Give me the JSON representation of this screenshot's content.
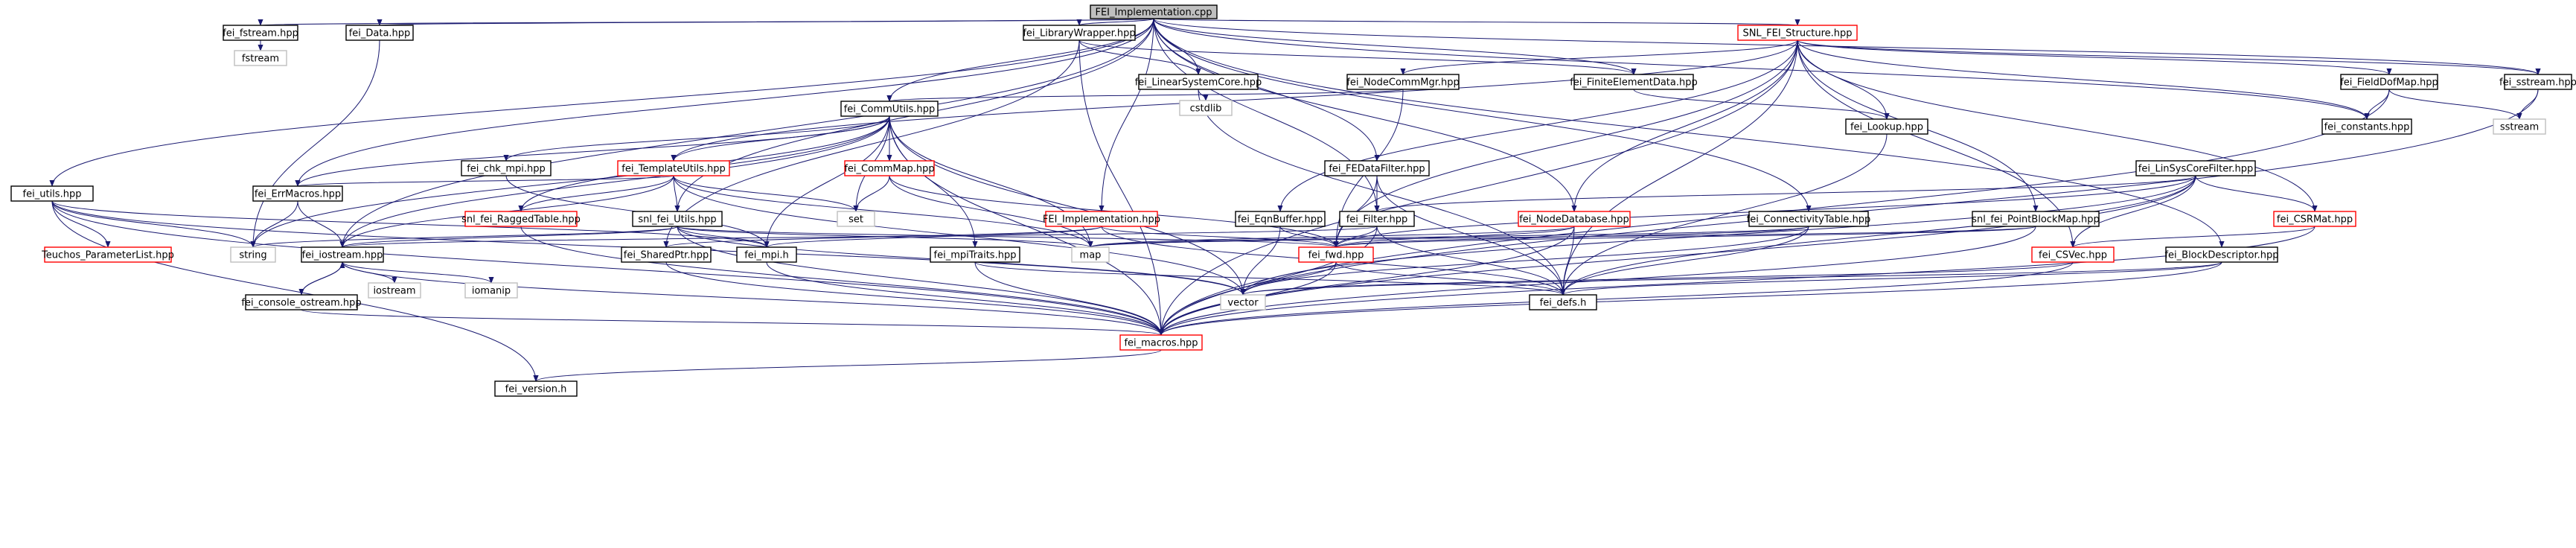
{
  "colors": {
    "edge": "#191970",
    "box_default": "#000000",
    "box_highlight": "#ff0000",
    "box_external": "#bfbfbf",
    "fill_root": "#bfbfbf",
    "fill_default": "#ffffff"
  },
  "nodes": [
    {
      "id": "root",
      "label": "FEI_Implementation.cpp",
      "kind": "root"
    },
    {
      "id": "fei_fstream",
      "label": "fei_fstream.hpp",
      "kind": "normal"
    },
    {
      "id": "fei_Data",
      "label": "fei_Data.hpp",
      "kind": "normal"
    },
    {
      "id": "fei_LibraryWrapper",
      "label": "fei_LibraryWrapper.hpp",
      "kind": "normal"
    },
    {
      "id": "SNL_FEI_Structure",
      "label": "SNL_FEI_Structure.hpp",
      "kind": "highlight"
    },
    {
      "id": "fstream",
      "label": "fstream",
      "kind": "external"
    },
    {
      "id": "fei_LinearSystemCore",
      "label": "fei_LinearSystemCore.hpp",
      "kind": "normal"
    },
    {
      "id": "fei_NodeCommMgr",
      "label": "fei_NodeCommMgr.hpp",
      "kind": "normal"
    },
    {
      "id": "fei_FiniteElementData",
      "label": "fei_FiniteElementData.hpp",
      "kind": "normal"
    },
    {
      "id": "fei_FieldDofMap",
      "label": "fei_FieldDofMap.hpp",
      "kind": "normal"
    },
    {
      "id": "fei_sstream",
      "label": "fei_sstream.hpp",
      "kind": "normal"
    },
    {
      "id": "cstdlib",
      "label": "cstdlib",
      "kind": "external"
    },
    {
      "id": "fei_CommUtils",
      "label": "fei_CommUtils.hpp",
      "kind": "normal"
    },
    {
      "id": "fei_Lookup",
      "label": "fei_Lookup.hpp",
      "kind": "normal"
    },
    {
      "id": "fei_constants",
      "label": "fei_constants.hpp",
      "kind": "normal"
    },
    {
      "id": "sstream",
      "label": "sstream",
      "kind": "external"
    },
    {
      "id": "fei_chk_mpi",
      "label": "fei_chk_mpi.hpp",
      "kind": "normal"
    },
    {
      "id": "fei_TemplateUtils",
      "label": "fei_TemplateUtils.hpp",
      "kind": "highlight"
    },
    {
      "id": "fei_CommMap",
      "label": "fei_CommMap.hpp",
      "kind": "highlight"
    },
    {
      "id": "fei_FEDataFilter",
      "label": "fei_FEDataFilter.hpp",
      "kind": "normal"
    },
    {
      "id": "fei_LinSysCoreFilter",
      "label": "fei_LinSysCoreFilter.hpp",
      "kind": "normal"
    },
    {
      "id": "fei_utils",
      "label": "fei_utils.hpp",
      "kind": "normal"
    },
    {
      "id": "fei_ErrMacros",
      "label": "fei_ErrMacros.hpp",
      "kind": "normal"
    },
    {
      "id": "snl_fei_RaggedTable",
      "label": "snl_fei_RaggedTable.hpp",
      "kind": "highlight"
    },
    {
      "id": "snl_fei_Utils",
      "label": "snl_fei_Utils.hpp",
      "kind": "normal"
    },
    {
      "id": "set",
      "label": "set",
      "kind": "external"
    },
    {
      "id": "FEI_Implementation_hpp",
      "label": "FEI_Implementation.hpp",
      "kind": "highlight"
    },
    {
      "id": "fei_EqnBuffer",
      "label": "fei_EqnBuffer.hpp",
      "kind": "normal"
    },
    {
      "id": "fei_Filter",
      "label": "fei_Filter.hpp",
      "kind": "normal"
    },
    {
      "id": "fei_NodeDatabase",
      "label": "fei_NodeDatabase.hpp",
      "kind": "highlight"
    },
    {
      "id": "fei_ConnectivityTable",
      "label": "fei_ConnectivityTable.hpp",
      "kind": "normal"
    },
    {
      "id": "snl_fei_PointBlockMap",
      "label": "snl_fei_PointBlockMap.hpp",
      "kind": "normal"
    },
    {
      "id": "fei_CSRMat",
      "label": "fei_CSRMat.hpp",
      "kind": "highlight"
    },
    {
      "id": "Teuchos_ParameterList",
      "label": "Teuchos_ParameterList.hpp",
      "kind": "highlight"
    },
    {
      "id": "string",
      "label": "string",
      "kind": "external"
    },
    {
      "id": "fei_iostream",
      "label": "fei_iostream.hpp",
      "kind": "normal"
    },
    {
      "id": "fei_SharedPtr",
      "label": "fei_SharedPtr.hpp",
      "kind": "normal"
    },
    {
      "id": "fei_mpi",
      "label": "fei_mpi.h",
      "kind": "normal"
    },
    {
      "id": "fei_mpiTraits",
      "label": "fei_mpiTraits.hpp",
      "kind": "normal"
    },
    {
      "id": "map",
      "label": "map",
      "kind": "external"
    },
    {
      "id": "fei_fwd",
      "label": "fei_fwd.hpp",
      "kind": "highlight"
    },
    {
      "id": "fei_CSVec",
      "label": "fei_CSVec.hpp",
      "kind": "highlight"
    },
    {
      "id": "fei_BlockDescriptor",
      "label": "fei_BlockDescriptor.hpp",
      "kind": "normal"
    },
    {
      "id": "iostream",
      "label": "iostream",
      "kind": "external"
    },
    {
      "id": "iomanip",
      "label": "iomanip",
      "kind": "external"
    },
    {
      "id": "fei_console_ostream",
      "label": "fei_console_ostream.hpp",
      "kind": "normal"
    },
    {
      "id": "vector",
      "label": "vector",
      "kind": "external"
    },
    {
      "id": "fei_defs",
      "label": "fei_defs.h",
      "kind": "normal"
    },
    {
      "id": "fei_macros",
      "label": "fei_macros.hpp",
      "kind": "highlight"
    },
    {
      "id": "fei_version",
      "label": "fei_version.h",
      "kind": "normal"
    }
  ],
  "edges": [
    [
      "root",
      "fei_fstream"
    ],
    [
      "root",
      "fei_Data"
    ],
    [
      "root",
      "fei_LibraryWrapper"
    ],
    [
      "root",
      "SNL_FEI_Structure"
    ],
    [
      "root",
      "fei_LinearSystemCore"
    ],
    [
      "root",
      "fei_FiniteElementData"
    ],
    [
      "root",
      "fei_sstream"
    ],
    [
      "root",
      "fei_CommUtils"
    ],
    [
      "root",
      "fei_utils"
    ],
    [
      "root",
      "fei_ErrMacros"
    ],
    [
      "root",
      "fei_iostream"
    ],
    [
      "root",
      "snl_fei_Utils"
    ],
    [
      "root",
      "FEI_Implementation_hpp"
    ],
    [
      "root",
      "fei_FEDataFilter"
    ],
    [
      "root",
      "fei_Filter"
    ],
    [
      "root",
      "fei_NodeDatabase"
    ],
    [
      "root",
      "fei_ConnectivityTable"
    ],
    [
      "root",
      "fei_BlockDescriptor"
    ],
    [
      "root",
      "fei_constants"
    ],
    [
      "fei_fstream",
      "fstream"
    ],
    [
      "fei_Data",
      "string"
    ],
    [
      "fei_LibraryWrapper",
      "fei_LinearSystemCore"
    ],
    [
      "fei_LibraryWrapper",
      "fei_FiniteElementData"
    ],
    [
      "fei_LibraryWrapper",
      "fei_SharedPtr"
    ],
    [
      "fei_LibraryWrapper",
      "fei_macros"
    ],
    [
      "SNL_FEI_Structure",
      "fei_NodeCommMgr"
    ],
    [
      "SNL_FEI_Structure",
      "fei_FieldDofMap"
    ],
    [
      "SNL_FEI_Structure",
      "fei_sstream"
    ],
    [
      "SNL_FEI_Structure",
      "fei_TemplateUtils"
    ],
    [
      "SNL_FEI_Structure",
      "fei_Lookup"
    ],
    [
      "SNL_FEI_Structure",
      "fei_constants"
    ],
    [
      "SNL_FEI_Structure",
      "fei_EqnBuffer"
    ],
    [
      "SNL_FEI_Structure",
      "fei_NodeDatabase"
    ],
    [
      "SNL_FEI_Structure",
      "snl_fei_PointBlockMap"
    ],
    [
      "SNL_FEI_Structure",
      "fei_CSRMat"
    ],
    [
      "SNL_FEI_Structure",
      "fei_CSVec"
    ],
    [
      "SNL_FEI_Structure",
      "fei_fwd"
    ],
    [
      "SNL_FEI_Structure",
      "fei_defs"
    ],
    [
      "SNL_FEI_Structure",
      "fei_macros"
    ],
    [
      "fei_LinearSystemCore",
      "cstdlib"
    ],
    [
      "fei_LinearSystemCore",
      "fei_defs"
    ],
    [
      "fei_NodeCommMgr",
      "fei_CommUtils"
    ],
    [
      "fei_NodeCommMgr",
      "fei_fwd"
    ],
    [
      "fei_FiniteElementData",
      "fei_Lookup"
    ],
    [
      "fei_FieldDofMap",
      "fei_constants"
    ],
    [
      "fei_FieldDofMap",
      "sstream"
    ],
    [
      "fei_FieldDofMap",
      "fei_macros"
    ],
    [
      "fei_sstream",
      "sstream"
    ],
    [
      "fei_sstream",
      "fei_macros"
    ],
    [
      "fei_Lookup",
      "fei_defs"
    ],
    [
      "fei_CommUtils",
      "fei_chk_mpi"
    ],
    [
      "fei_CommUtils",
      "fei_TemplateUtils"
    ],
    [
      "fei_CommUtils",
      "fei_CommMap"
    ],
    [
      "fei_CommUtils",
      "fei_ErrMacros"
    ],
    [
      "fei_CommUtils",
      "snl_fei_RaggedTable"
    ],
    [
      "fei_CommUtils",
      "set"
    ],
    [
      "fei_CommUtils",
      "fei_mpi"
    ],
    [
      "fei_CommUtils",
      "fei_mpiTraits"
    ],
    [
      "fei_CommUtils",
      "map"
    ],
    [
      "fei_CommUtils",
      "vector"
    ],
    [
      "fei_CommUtils",
      "string"
    ],
    [
      "fei_CommUtils",
      "fei_macros"
    ],
    [
      "fei_CommUtils",
      "fei_iostream"
    ],
    [
      "fei_chk_mpi",
      "fei_mpi"
    ],
    [
      "fei_TemplateUtils",
      "fei_ErrMacros"
    ],
    [
      "fei_TemplateUtils",
      "snl_fei_RaggedTable"
    ],
    [
      "fei_TemplateUtils",
      "set"
    ],
    [
      "fei_TemplateUtils",
      "snl_fei_Utils"
    ],
    [
      "fei_TemplateUtils",
      "map"
    ],
    [
      "fei_TemplateUtils",
      "vector"
    ],
    [
      "fei_TemplateUtils",
      "fei_iostream"
    ],
    [
      "fei_CommMap",
      "set"
    ],
    [
      "fei_CommMap",
      "map"
    ],
    [
      "fei_CommMap",
      "fei_fwd"
    ],
    [
      "fei_FEDataFilter",
      "fei_Filter"
    ],
    [
      "fei_FEDataFilter",
      "fei_fwd"
    ],
    [
      "fei_FEDataFilter",
      "fei_defs"
    ],
    [
      "fei_LinSysCoreFilter",
      "fei_Filter"
    ],
    [
      "fei_LinSysCoreFilter",
      "fei_CSRMat"
    ],
    [
      "fei_LinSysCoreFilter",
      "fei_CSVec"
    ],
    [
      "fei_LinSysCoreFilter",
      "fei_fwd"
    ],
    [
      "fei_LinSysCoreFilter",
      "fei_defs"
    ],
    [
      "fei_LinSysCoreFilter",
      "vector"
    ],
    [
      "fei_LinSysCoreFilter",
      "fei_macros"
    ],
    [
      "fei_utils",
      "Teuchos_ParameterList"
    ],
    [
      "fei_utils",
      "string"
    ],
    [
      "fei_utils",
      "fei_version"
    ],
    [
      "fei_utils",
      "fei_mpi"
    ],
    [
      "fei_utils",
      "vector"
    ],
    [
      "fei_utils",
      "fei_macros"
    ],
    [
      "fei_ErrMacros",
      "fei_iostream"
    ],
    [
      "fei_ErrMacros",
      "string"
    ],
    [
      "snl_fei_RaggedTable",
      "fei_macros"
    ],
    [
      "snl_fei_Utils",
      "fei_fwd"
    ],
    [
      "snl_fei_Utils",
      "fei_iostream"
    ],
    [
      "snl_fei_Utils",
      "fei_mpi"
    ],
    [
      "snl_fei_Utils",
      "map"
    ],
    [
      "snl_fei_Utils",
      "vector"
    ],
    [
      "snl_fei_Utils",
      "string"
    ],
    [
      "snl_fei_Utils",
      "fei_macros"
    ],
    [
      "FEI_Implementation_hpp",
      "fei_SharedPtr"
    ],
    [
      "FEI_Implementation_hpp",
      "fei_mpi"
    ],
    [
      "FEI_Implementation_hpp",
      "fei_fwd"
    ],
    [
      "FEI_Implementation_hpp",
      "fei_defs"
    ],
    [
      "fei_EqnBuffer",
      "fei_fwd"
    ],
    [
      "fei_EqnBuffer",
      "vector"
    ],
    [
      "fei_Filter",
      "fei_fwd"
    ],
    [
      "fei_Filter",
      "fei_iostream"
    ],
    [
      "fei_Filter",
      "fei_macros"
    ],
    [
      "fei_Filter",
      "fei_defs"
    ],
    [
      "fei_NodeDatabase",
      "fei_fwd"
    ],
    [
      "fei_NodeDatabase",
      "fei_defs"
    ],
    [
      "fei_NodeDatabase",
      "map"
    ],
    [
      "fei_NodeDatabase",
      "fei_macros"
    ],
    [
      "fei_ConnectivityTable",
      "fei_fwd"
    ],
    [
      "fei_ConnectivityTable",
      "map"
    ],
    [
      "fei_ConnectivityTable",
      "vector"
    ],
    [
      "fei_ConnectivityTable",
      "fei_defs"
    ],
    [
      "snl_fei_PointBlockMap",
      "fei_fwd"
    ],
    [
      "snl_fei_PointBlockMap",
      "map"
    ],
    [
      "snl_fei_PointBlockMap",
      "fei_macros"
    ],
    [
      "fei_CSRMat",
      "fei_CSVec"
    ],
    [
      "fei_CSRMat",
      "fei_macros"
    ],
    [
      "fei_CSVec",
      "vector"
    ],
    [
      "fei_CSVec",
      "fei_macros"
    ],
    [
      "fei_BlockDescriptor",
      "fei_defs"
    ],
    [
      "fei_BlockDescriptor",
      "vector"
    ],
    [
      "fei_BlockDescriptor",
      "fei_macros"
    ],
    [
      "fei_iostream",
      "iostream"
    ],
    [
      "fei_iostream",
      "iomanip"
    ],
    [
      "fei_iostream",
      "fei_console_ostream"
    ],
    [
      "fei_iostream",
      "fei_macros"
    ],
    [
      "fei_console_ostream",
      "fei_iostream"
    ],
    [
      "fei_console_ostream",
      "fei_macros"
    ],
    [
      "fei_SharedPtr",
      "fei_macros"
    ],
    [
      "fei_mpi",
      "fei_macros"
    ],
    [
      "fei_mpiTraits",
      "fei_macros"
    ],
    [
      "fei_mpiTraits",
      "fei_defs"
    ],
    [
      "fei_fwd",
      "vector"
    ],
    [
      "fei_fwd",
      "fei_defs"
    ],
    [
      "fei_fwd",
      "fei_macros"
    ],
    [
      "fei_macros",
      "fei_version"
    ]
  ]
}
